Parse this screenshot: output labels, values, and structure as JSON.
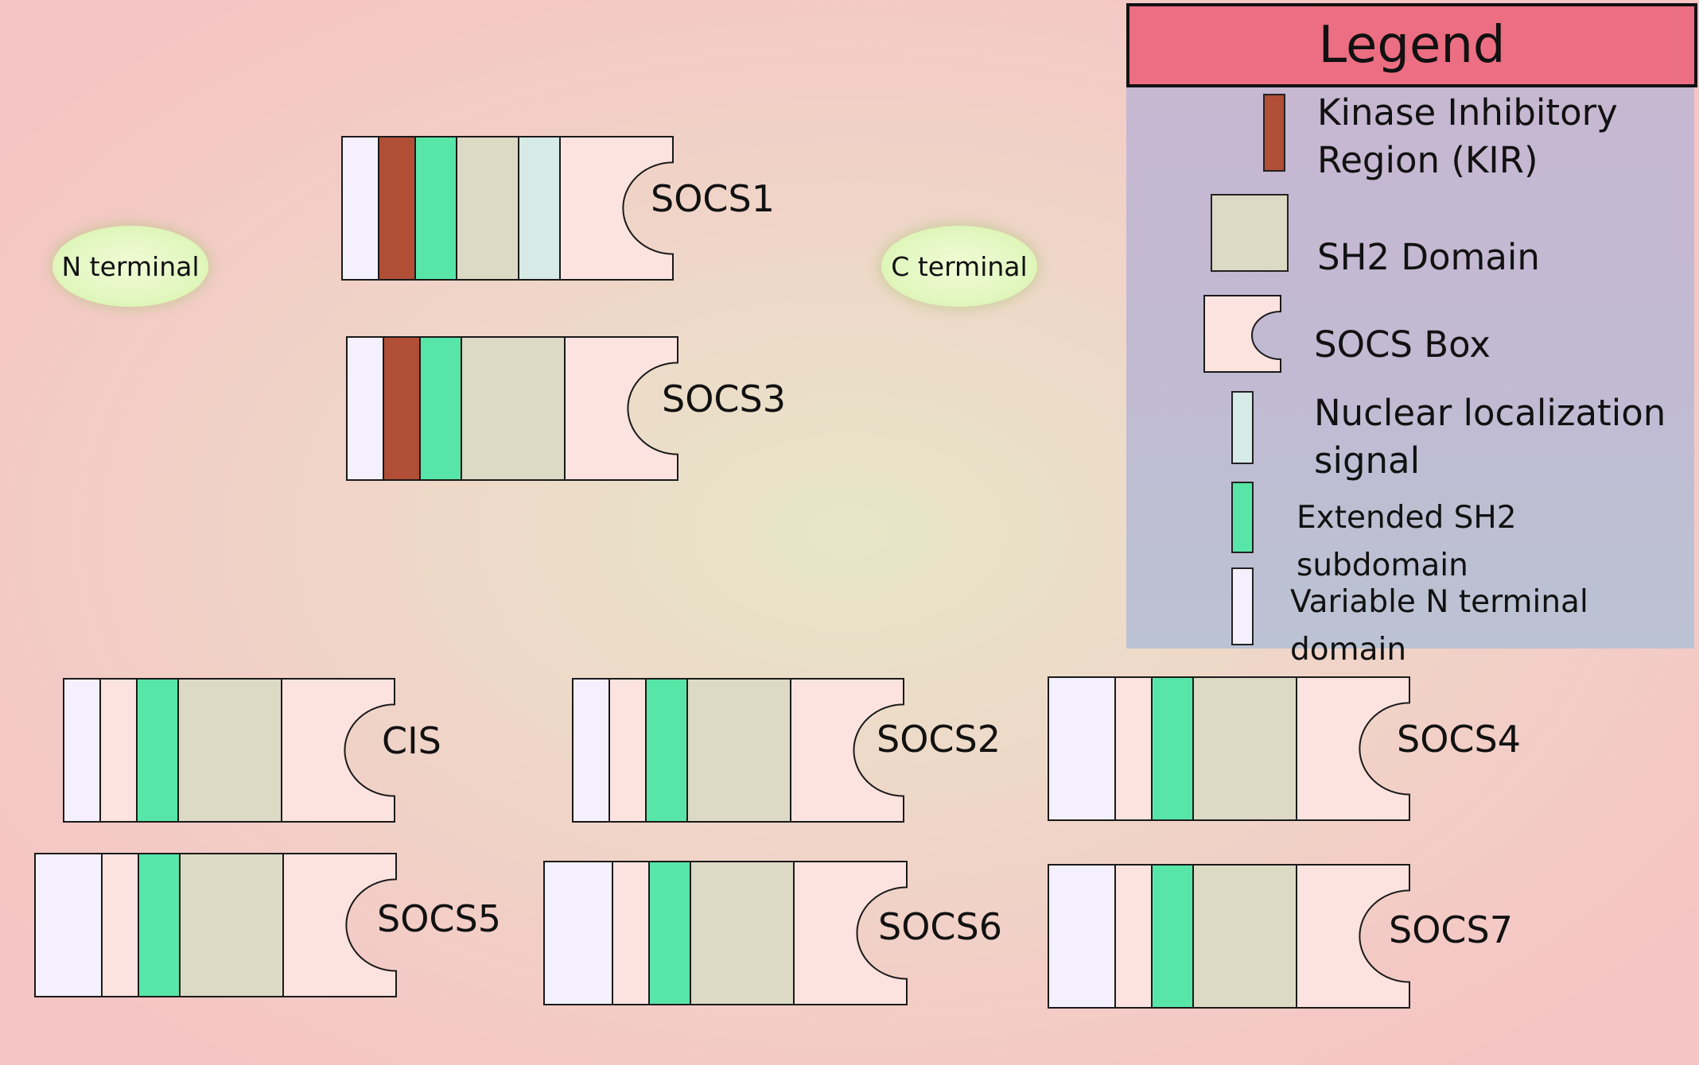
{
  "colors": {
    "kir": "#b04e36",
    "sh2": "#dcdac4",
    "socs_box": "#fde3df",
    "nls": "#d6eae6",
    "ext_sh2": "#58e6a8",
    "n_term": "#f4f0fd",
    "stroke": "#1a1a1a"
  },
  "terminals": {
    "n": "N terminal",
    "c": "C terminal"
  },
  "legend": {
    "title": "Legend",
    "items": [
      {
        "key": "kir",
        "lines": [
          "Kinase Inhibitory",
          "Region (KIR)"
        ]
      },
      {
        "key": "sh2",
        "lines": [
          "SH2 Domain"
        ]
      },
      {
        "key": "socs_box",
        "lines": [
          "SOCS Box"
        ]
      },
      {
        "key": "nls",
        "lines": [
          "Nuclear localization",
          "signal"
        ]
      },
      {
        "key": "ext_sh2",
        "lines": [
          "Extended SH2 subdomain"
        ]
      },
      {
        "key": "n_term",
        "lines": [
          "Variable N terminal domain"
        ]
      }
    ]
  },
  "proteins": [
    {
      "name": "SOCS1",
      "domains": [
        "n_term",
        "kir",
        "ext_sh2",
        "sh2",
        "nls",
        "socs_box"
      ]
    },
    {
      "name": "SOCS3",
      "domains": [
        "n_term",
        "kir",
        "ext_sh2",
        "sh2",
        "socs_box"
      ]
    },
    {
      "name": "CIS",
      "domains": [
        "n_term",
        "socs_box",
        "ext_sh2",
        "sh2",
        "socs_box"
      ]
    },
    {
      "name": "SOCS2",
      "domains": [
        "n_term",
        "socs_box",
        "ext_sh2",
        "sh2",
        "socs_box"
      ]
    },
    {
      "name": "SOCS4",
      "domains": [
        "n_term",
        "socs_box",
        "ext_sh2",
        "sh2",
        "socs_box"
      ]
    },
    {
      "name": "SOCS5",
      "domains": [
        "n_term",
        "socs_box",
        "ext_sh2",
        "sh2",
        "socs_box"
      ]
    },
    {
      "name": "SOCS6",
      "domains": [
        "n_term",
        "socs_box",
        "ext_sh2",
        "sh2",
        "socs_box"
      ]
    },
    {
      "name": "SOCS7",
      "domains": [
        "n_term",
        "socs_box",
        "ext_sh2",
        "sh2",
        "socs_box"
      ]
    }
  ]
}
